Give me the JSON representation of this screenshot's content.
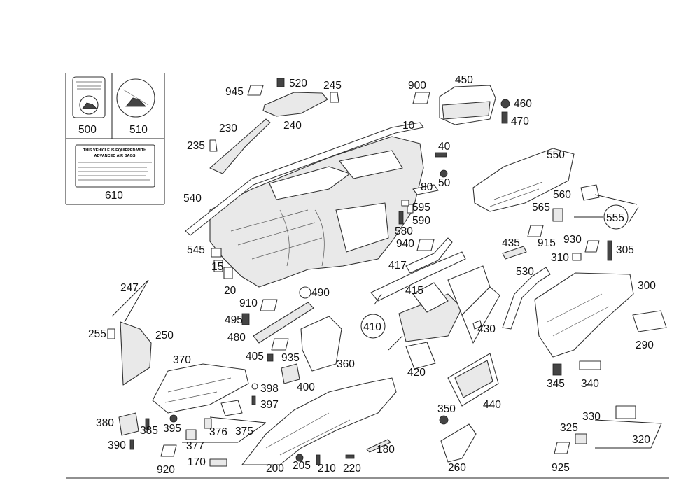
{
  "labels": {
    "l10": "10",
    "l15": "15",
    "l20": "20",
    "l40": "40",
    "l50": "50",
    "l80": "80",
    "l170": "170",
    "l180": "180",
    "l200": "200",
    "l205": "205",
    "l210": "210",
    "l220": "220",
    "l230": "230",
    "l235": "235",
    "l240": "240",
    "l245": "245",
    "l247": "247",
    "l250": "250",
    "l255": "255",
    "l260": "260",
    "l290": "290",
    "l300": "300",
    "l305": "305",
    "l310": "310",
    "l320": "320",
    "l325": "325",
    "l330": "330",
    "l340": "340",
    "l345": "345",
    "l350": "350",
    "l360": "360",
    "l370": "370",
    "l375": "375",
    "l376": "376",
    "l377": "377",
    "l380": "380",
    "l385": "385",
    "l390": "390",
    "l395": "395",
    "l397": "397",
    "l398": "398",
    "l400": "400",
    "l405": "405",
    "l410": "410",
    "l415": "415",
    "l417": "417",
    "l420": "420",
    "l430": "430",
    "l435": "435",
    "l440": "440",
    "l450": "450",
    "l460": "460",
    "l470": "470",
    "l480": "480",
    "l490": "490",
    "l495": "495",
    "l500": "500",
    "l510": "510",
    "l520": "520",
    "l530": "530",
    "l540": "540",
    "l545": "545",
    "l550": "550",
    "l555": "555",
    "l560": "560",
    "l565": "565",
    "l580": "580",
    "l590": "590",
    "l595": "595",
    "l610": "610",
    "l900": "900",
    "l910": "910",
    "l915": "915",
    "l920": "920",
    "l925": "925",
    "l930": "930",
    "l935": "935",
    "l940": "940",
    "l945": "945"
  },
  "warning_label": {
    "line1": "THIS VEHICLE IS EQUIPPED WITH",
    "line2": "ADVANCED AIR BAGS"
  },
  "colors": {
    "line": "#222222",
    "background": "#ffffff",
    "part_fill": "#e9e9e9"
  }
}
